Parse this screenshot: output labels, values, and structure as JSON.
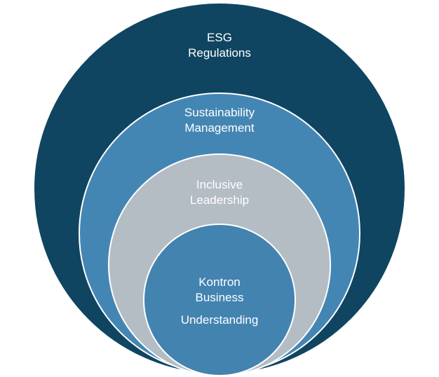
{
  "diagram": {
    "colors": {
      "outer": "#0f4561",
      "second": "#4486b3",
      "third": "#b4bcc4",
      "inner": "#4283b0",
      "stroke": "#ffffff",
      "text": "#ffffff"
    },
    "rings": [
      {
        "line1": "ESG",
        "line2": "Regulations"
      },
      {
        "line1": "Sustainability",
        "line2": "Management"
      },
      {
        "line1": "Inclusive",
        "line2": "Leadership"
      },
      {
        "line1": "Kontron",
        "line2": "Business",
        "line3": "Understanding"
      }
    ]
  }
}
